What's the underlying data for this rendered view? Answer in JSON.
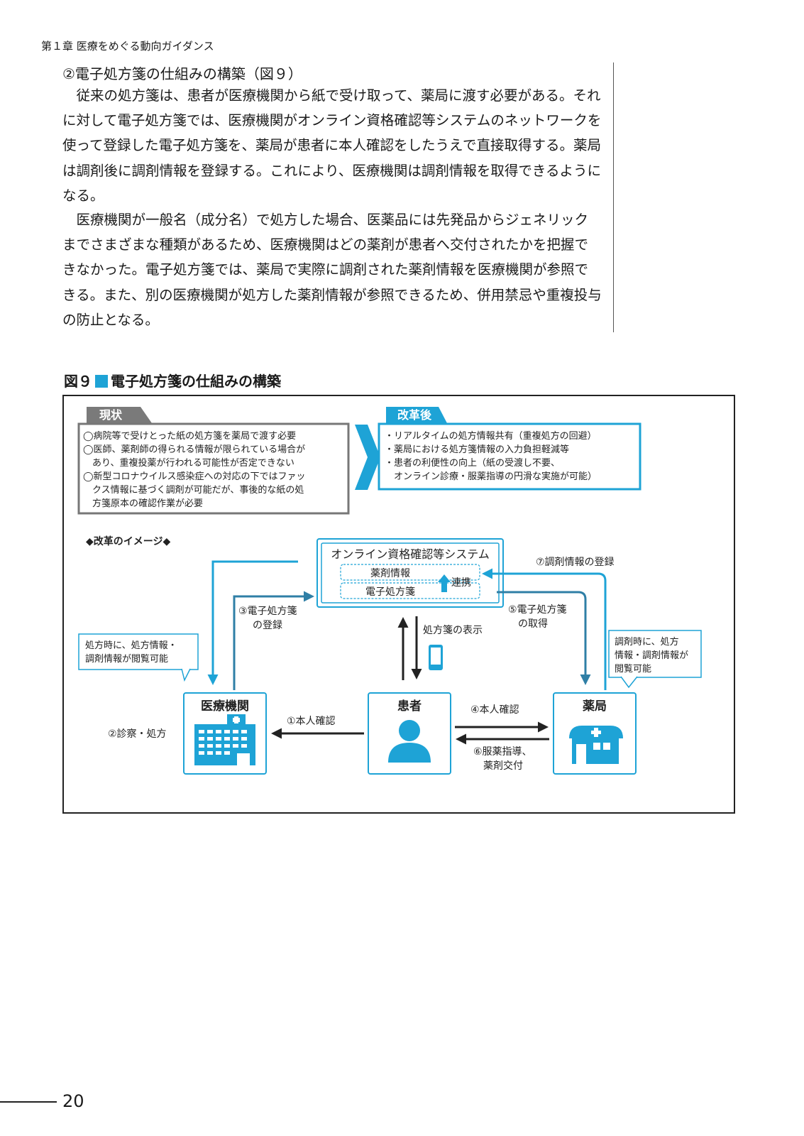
{
  "header": {
    "chapter": "第１章 医療をめぐる動向ガイダンス"
  },
  "section": {
    "title": "②電子処方箋の仕組みの構築（図９）",
    "paragraphs": [
      "従来の処方箋は、患者が医療機関から紙で受け取って、薬局に渡す必要がある。それに対して電子処方箋では、医療機関がオンライン資格確認等システムのネットワークを使って登録した電子処方箋を、薬局が患者に本人確認をしたうえで直接取得する。薬局は調剤後に調剤情報を登録する。これにより、医療機関は調剤情報を取得できるようになる。",
      "医療機関が一般名（成分名）で処方した場合、医薬品には先発品からジェネリックまでさまざまな種類があるため、医療機関はどの薬剤が患者へ交付されたかを把握できなかった。電子処方箋では、薬局で実際に調剤された薬剤情報を医療機関が参照できる。また、別の医療機関が処方した薬剤情報が参照できるため、併用禁忌や重複投与の防止となる。"
    ]
  },
  "figure": {
    "number": "図９",
    "title": "電子処方箋の仕組みの構築",
    "current": {
      "tag": "現状",
      "lines": [
        "◯病院等で受けとった紙の処方箋を薬局で渡す必要",
        "◯医師、薬剤師の得られる情報が限られている場合が",
        "　あり、重複投薬が行われる可能性が否定できない",
        "◯新型コロナウイルス感染症への対応の下ではファッ",
        "　クス情報に基づく調剤が可能だが、事後的な紙の処",
        "　方箋原本の確認作業が必要"
      ]
    },
    "reform": {
      "tag": "改革後",
      "lines": [
        "・リアルタイムの処方情報共有（重複処方の回避）",
        "・薬局における処方箋情報の入力負担軽減等",
        "・患者の利便性の向上（紙の受渡し不要、",
        "　オンライン診療・服薬指導の円滑な実施が可能）"
      ]
    },
    "image_heading": "◆改革のイメージ◆",
    "system": {
      "title": "オンライン資格確認等システム",
      "drug_info": "薬剤情報",
      "eprescription": "電子処方箋",
      "link": "連携"
    },
    "nodes": {
      "hospital": "医療機関",
      "patient": "患者",
      "pharmacy": "薬局"
    },
    "labels": {
      "register_rx_1": "③電子処方箋",
      "register_rx_2": "の登録",
      "acquire_rx_1": "⑤電子処方箋",
      "acquire_rx_2": "の取得",
      "register_dispense": "⑦調剤情報の登録",
      "show_rx": "処方箋の表示",
      "identity_1": "①本人確認",
      "identity_4": "④本人確認",
      "guidance_1": "⑥服薬指導、",
      "guidance_2": "薬剤交付",
      "diagnosis": "②診察・処方"
    },
    "callout_left": [
      "処方時に、処方情報・",
      "調剤情報が閲覧可能"
    ],
    "callout_right": [
      "調剤時に、処方",
      "情報・調剤情報が",
      "閲覧可能"
    ],
    "colors": {
      "accent": "#1ea3d6",
      "accent_dark": "#2f7fa6",
      "gray_tag": "#777777"
    }
  },
  "footer": {
    "page_number": "20"
  }
}
